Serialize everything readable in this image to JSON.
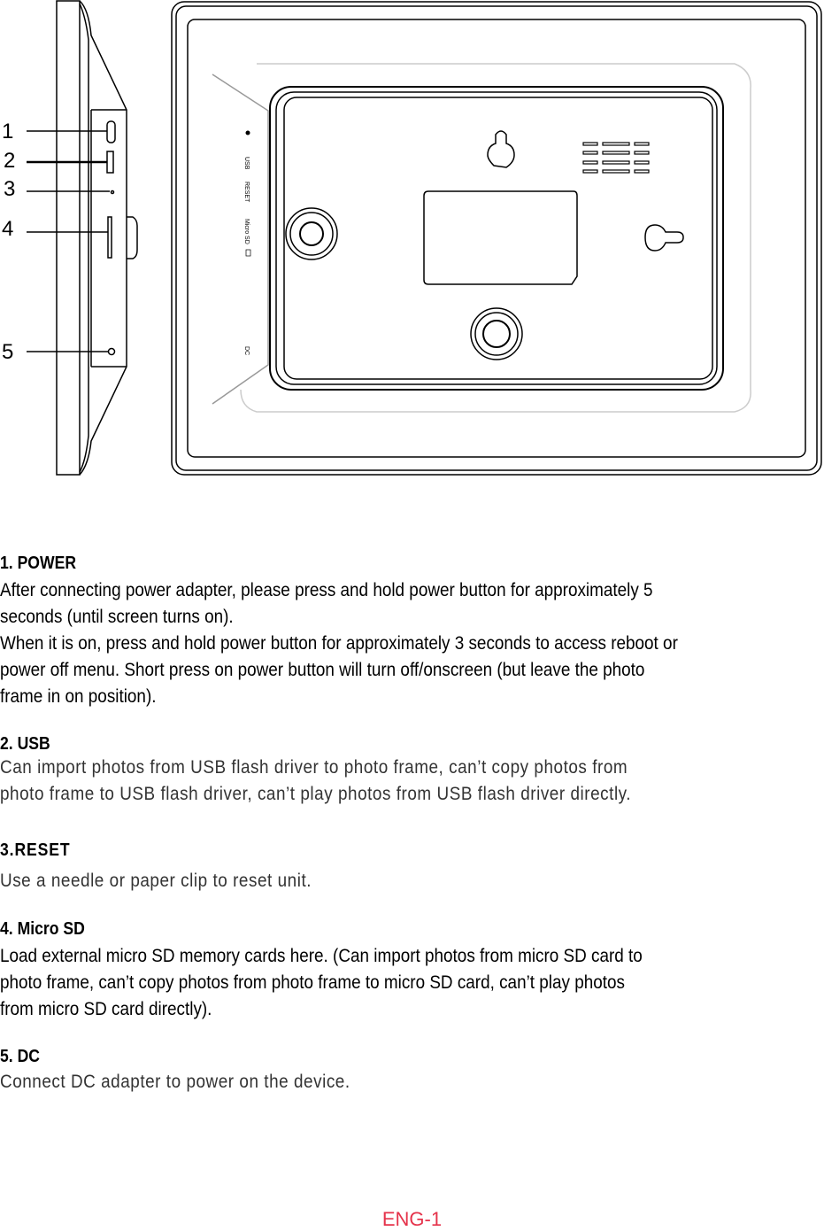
{
  "diagram": {
    "callouts": [
      "1",
      "2",
      "3",
      "4",
      "5"
    ],
    "port_labels": [
      "USB",
      "RESET",
      "Micro SD",
      "DC"
    ]
  },
  "sections": [
    {
      "heading": "1. POWER",
      "lines": [
        "After connecting power adapter, please press and hold power button for approximately 5",
        "seconds (until screen turns on).",
        "When it is on, press and hold power button for approximately 3 seconds to access reboot or",
        "power off menu. Short press on power button will turn off/onscreen (but leave the photo",
        "frame in on position)."
      ]
    },
    {
      "heading": "2. USB",
      "lines": [
        "Can import photos from USB flash driver to photo frame, can’t copy photos from",
        "photo frame to USB flash driver, can’t play photos from USB flash driver directly."
      ]
    },
    {
      "heading": "3.RESET",
      "lines": [
        "Use a needle or paper clip to reset unit."
      ]
    },
    {
      "heading": "4. Micro SD",
      "lines": [
        "Load external micro SD memory cards here. (Can import photos from micro SD card to",
        "photo frame, can’t copy photos from photo frame to micro SD card, can’t play photos",
        "from micro SD card directly)."
      ]
    },
    {
      "heading": "5. DC",
      "lines": [
        "Connect DC adapter to power on the device."
      ]
    }
  ],
  "footer": {
    "page": "ENG-1",
    "color": "#e5334b"
  }
}
